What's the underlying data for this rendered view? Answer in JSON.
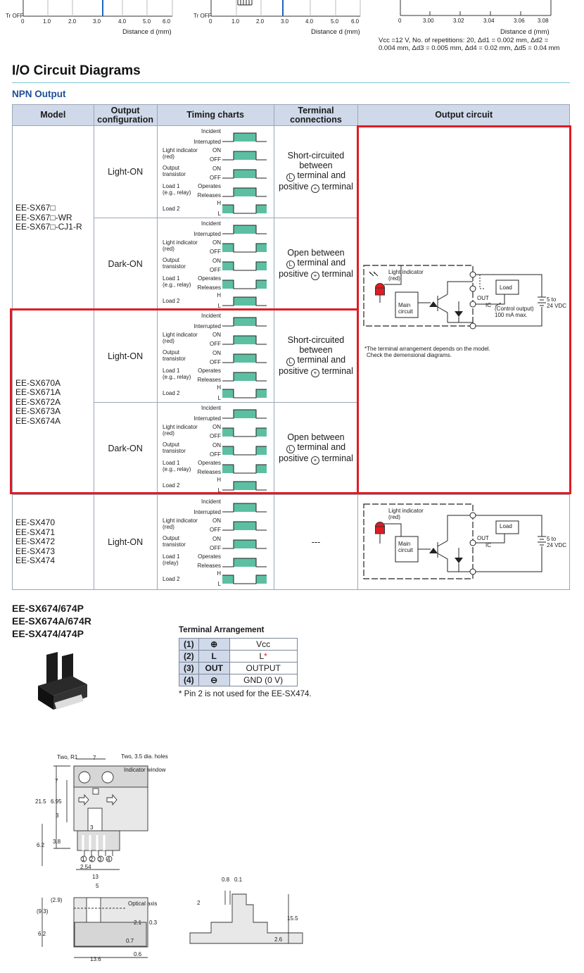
{
  "top_charts": {
    "chart1": {
      "ylabel": "Tr OFF",
      "ticks": [
        "0",
        "1.0",
        "2.0",
        "3.0",
        "4.0",
        "5.0",
        "6.0"
      ],
      "xlabel": "Distance d (mm)"
    },
    "chart2": {
      "ylabel": "Tr OFF",
      "ticks": [
        "0",
        "1.0",
        "2.0",
        "3.0",
        "4.0",
        "5.0",
        "6.0"
      ],
      "xlabel": "Distance d (mm)"
    },
    "chart3": {
      "ticks": [
        "0",
        "3.00",
        "3.02",
        "3.04",
        "3.06",
        "3.08"
      ],
      "xlabel": "Distance d (mm)",
      "note_line1": "Vcc =12 V, No. of repetitions: 20, Δd1 = 0.002 mm, Δd2 =",
      "note_line2": "0.004 mm, Δd3 = 0.005 mm, Δd4 = 0.02 mm, Δd5 = 0.04 mm"
    }
  },
  "section_title": "I/O Circuit Diagrams",
  "subsection_title": "NPN Output",
  "table": {
    "headers": {
      "model": "Model",
      "config1": "Output",
      "config2": "configuration",
      "timing": "Timing charts",
      "term1": "Terminal",
      "term2": "connections",
      "circuit": "Output circuit"
    },
    "group1_models": [
      "EE-SX67□",
      "EE-SX67□-WR",
      "EE-SX67□-CJ1-R"
    ],
    "group2_models": [
      "EE-SX670A",
      "EE-SX671A",
      "EE-SX672A",
      "EE-SX673A",
      "EE-SX674A"
    ],
    "group3_models": [
      "EE-SX470",
      "EE-SX471",
      "EE-SX472",
      "EE-SX473",
      "EE-SX474"
    ],
    "light_on": "Light-ON",
    "dark_on": "Dark-ON",
    "short_line1": "Short-circuited",
    "short_line2": "between",
    "short_line3": "terminal and",
    "short_line4": "terminal",
    "open_line1": "Open between",
    "open_line2": "terminal and",
    "open_line3": "terminal",
    "positive": "positive",
    "dashes": "---",
    "timing_labels": {
      "incident": "Incident",
      "interrupted": "Interrupted",
      "light_ind": "Light indicator",
      "red": "(red)",
      "on": "ON",
      "off": "OFF",
      "output": "Output",
      "transistor": "transistor",
      "load1": "Load 1",
      "relay": "(e.g., relay)",
      "relay_only": "(relay)",
      "operates": "Operates",
      "releases": "Releases",
      "load2": "Load 2",
      "h": "H",
      "l": "L"
    },
    "circuit_labels": {
      "light_indicator": "Light indicator",
      "red": "(red)",
      "main": "Main",
      "circuit": "circuit",
      "load": "Load",
      "out": "OUT",
      "ic": "IC",
      "control": "(Control output)",
      "ma": "100 mA max.",
      "vdc1": "5 to",
      "vdc2": "24 VDC",
      "note1": "*The terminal arrangement depends on the model.",
      "note2": "Check the demensional diagrams."
    }
  },
  "product": {
    "models_line1": "EE-SX674/674P",
    "models_line2": "EE-SX674A/674R",
    "models_line3": "EE-SX474/474P",
    "terminal_title": "Terminal Arrangement",
    "terminals": [
      {
        "num": "(1)",
        "sym": "⊕",
        "name": "Vcc"
      },
      {
        "num": "(2)",
        "sym": "L",
        "name": "L"
      },
      {
        "num": "(3)",
        "sym": "OUT",
        "name": "OUTPUT"
      },
      {
        "num": "(4)",
        "sym": "⊖",
        "name": "GND (0 V)"
      }
    ],
    "star": "*",
    "pin_note": "* Pin 2 is not used for the EE-SX474."
  },
  "dimensions": {
    "two_r1": "Two, R1",
    "seven": "7",
    "two_holes": "Two,  3.5 dia. holes",
    "ind_window": "Indicator window",
    "d21_5": "21.5",
    "d6_95": "6.95",
    "d3": "3",
    "d6_2": "6.2",
    "d3_8": "3.8",
    "d2_54": "2.54",
    "d13": "13",
    "d5": "5",
    "d2_9": "(2.9)",
    "d9_3": "(9.3)",
    "optical": "Optical axis",
    "d2_1": "2.1",
    "d0_3": "0.3",
    "d0_7": "0.7",
    "d0_6": "0.6",
    "d13_6": "13.6",
    "d0_8": "0.8",
    "d0_1": "0.1",
    "d2": "2",
    "d15_5": "15.5",
    "d2_6": "2.6",
    "pins": [
      "1",
      "2",
      "3",
      "4"
    ]
  },
  "colors": {
    "accent": "#5cbfa2",
    "header_bg": "#cfd9ea",
    "highlight": "#e11b22",
    "title_blue": "#1d4f9a"
  }
}
